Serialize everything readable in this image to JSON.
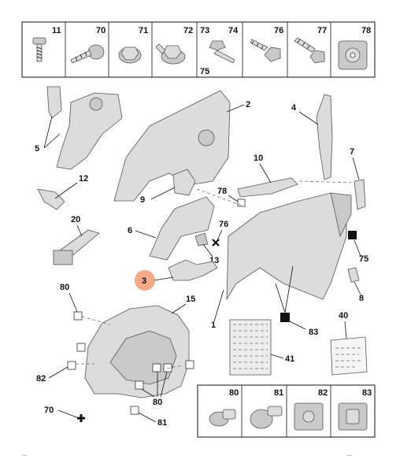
{
  "top_table": {
    "headers": [
      "11",
      "70",
      "71",
      "72",
      "73",
      "74",
      "76",
      "77",
      "78"
    ],
    "extra_label": "75"
  },
  "bottom_table": {
    "headers": [
      "80",
      "81",
      "82",
      "83"
    ]
  },
  "callouts": {
    "c1": "1",
    "c2": "2",
    "c3": "3",
    "c4": "4",
    "c5": "5",
    "c6": "6",
    "c7": "7",
    "c8": "8",
    "c9": "9",
    "c10": "10",
    "c12": "12",
    "c13": "13",
    "c15": "15",
    "c20": "20",
    "c40": "40",
    "c41": "41",
    "c70": "70",
    "c75": "75",
    "c76": "76",
    "c78": "78",
    "c80a": "80",
    "c80b": "80",
    "c81": "81",
    "c82": "82",
    "c83": "83"
  },
  "highlight": {
    "label": "3",
    "color": "#f4a07a"
  },
  "edge_text": {
    "left": "...",
    "right": "..."
  },
  "colors": {
    "part_fill": "#dcdcdc",
    "line": "#111111"
  }
}
